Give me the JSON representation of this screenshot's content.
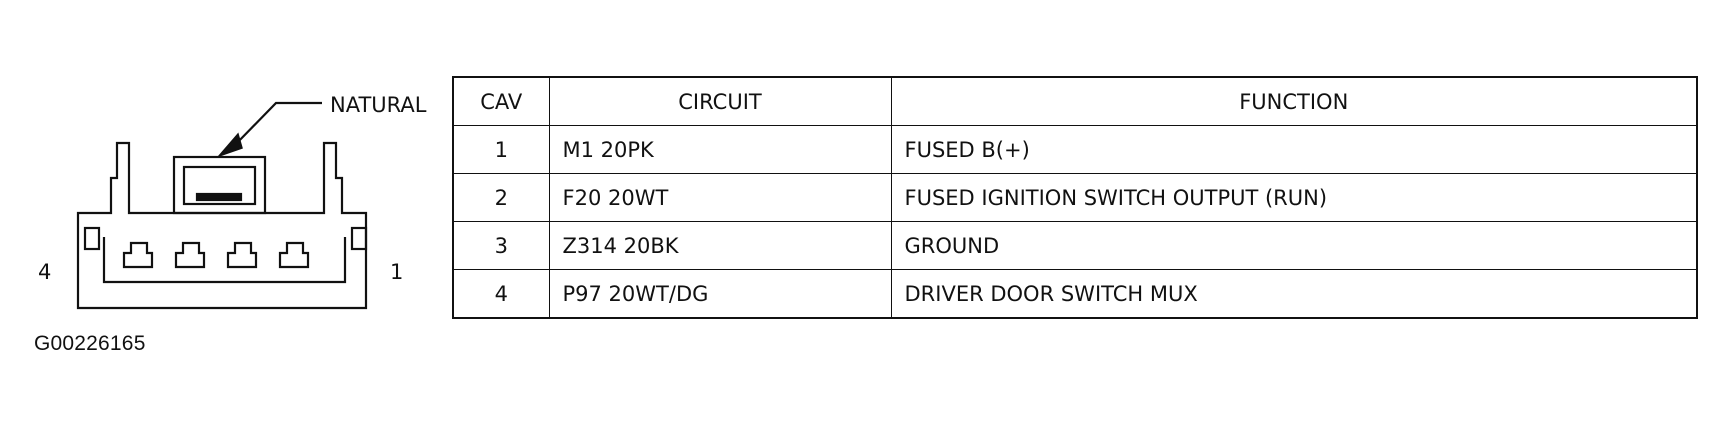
{
  "connector": {
    "color_label": "NATURAL",
    "pin_left_label": "4",
    "pin_right_label": "1",
    "cavities": 4
  },
  "figure_id": "G00226165",
  "table": {
    "headers": {
      "cav": "CAV",
      "circuit": "CIRCUIT",
      "function": "FUNCTION"
    },
    "rows": [
      {
        "cav": "1",
        "circuit": "M1 20PK",
        "function": "FUSED B(+)"
      },
      {
        "cav": "2",
        "circuit": "F20 20WT",
        "function": "FUSED IGNITION SWITCH OUTPUT (RUN)"
      },
      {
        "cav": "3",
        "circuit": "Z314 20BK",
        "function": "GROUND"
      },
      {
        "cav": "4",
        "circuit": "P97 20WT/DG",
        "function": "DRIVER DOOR SWITCH MUX"
      }
    ]
  }
}
